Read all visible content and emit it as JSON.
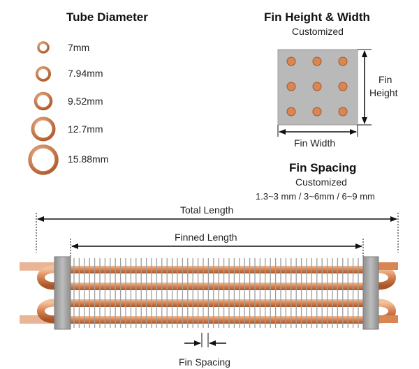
{
  "tube_diameter": {
    "title": "Tube Diameter",
    "sizes": [
      "7mm",
      "7.94mm",
      "9.52mm",
      "12.7mm",
      "15.88mm"
    ]
  },
  "fin_height_width": {
    "title": "Fin Height & Width",
    "subtitle": "Customized",
    "height_label_line1": "Fin",
    "height_label_line2": "Height",
    "width_label": "Fin Width"
  },
  "fin_spacing": {
    "title": "Fin Spacing",
    "subtitle": "Customized",
    "ranges": "1.3~3 mm / 3~6mm / 6~9 mm"
  },
  "coil": {
    "total_length_label": "Total Length",
    "finned_length_label": "Finned Length",
    "fin_spacing_label": "Fin Spacing"
  },
  "colors": {
    "copper": "#c8703f",
    "copper_light": "#e8a77c",
    "fin_plate": "#b4b4b4",
    "end_plate": "#9a9a9a"
  }
}
